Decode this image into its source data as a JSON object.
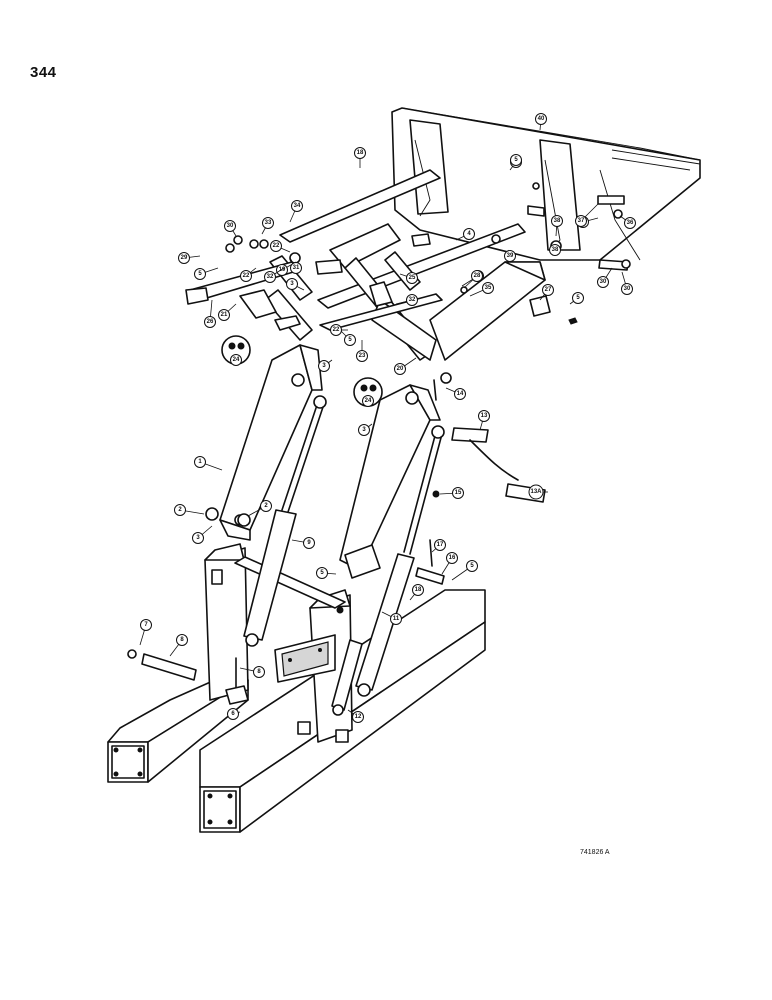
{
  "page_number": "344",
  "figure_id": "741826 A",
  "callouts": [
    "1",
    "2",
    "2",
    "3",
    "3",
    "3",
    "3",
    "4",
    "5",
    "5",
    "5",
    "5",
    "5",
    "5",
    "5",
    "6",
    "7",
    "8",
    "8",
    "9",
    "11",
    "12",
    "13",
    "13A",
    "14",
    "15",
    "16",
    "17",
    "18",
    "18",
    "19",
    "20",
    "20",
    "21",
    "22",
    "22",
    "22",
    "23",
    "24",
    "24",
    "25",
    "26",
    "27",
    "27",
    "28",
    "29",
    "30",
    "30",
    "30",
    "31",
    "32",
    "32",
    "33",
    "34",
    "35",
    "36",
    "37",
    "38",
    "38",
    "39",
    "40"
  ]
}
